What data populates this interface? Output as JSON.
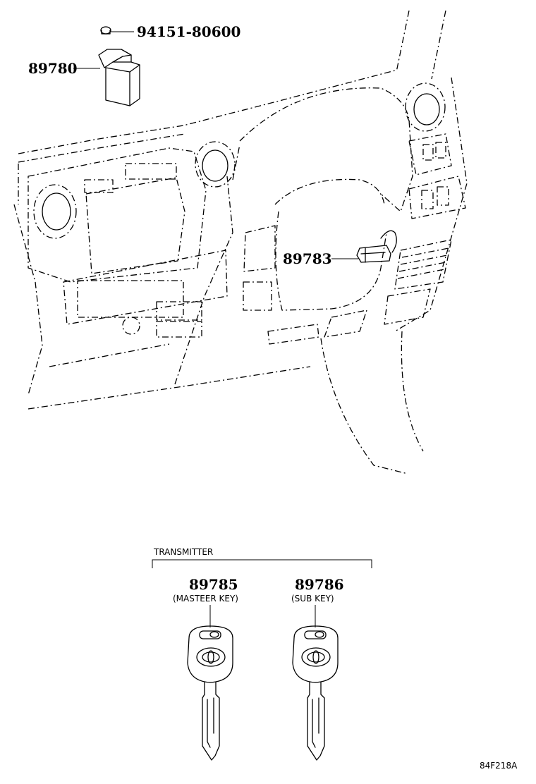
{
  "parts": {
    "bolt_number": "94151-80600",
    "receiver_number": "89780",
    "sensor_number": "89783",
    "master_key_number": "89785",
    "master_key_caption": "(MASTEER KEY)",
    "sub_key_number": "89786",
    "sub_key_caption": "(SUB KEY)"
  },
  "group_label": "TRANSMITTER",
  "diagram_code": "84F218A"
}
